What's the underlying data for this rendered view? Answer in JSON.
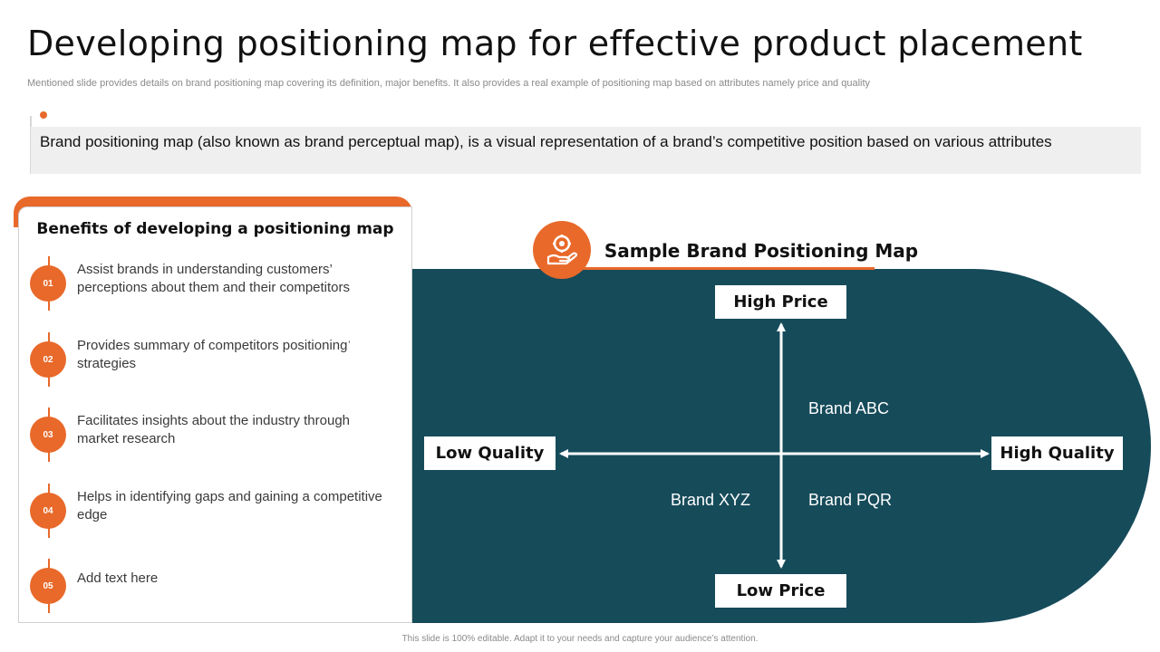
{
  "header": {
    "title": "Developing positioning map for effective product placement",
    "subtitle": "Mentioned slide provides details on brand positioning map covering its definition, major benefits. It also provides a real example of positioning map based on attributes namely price and quality"
  },
  "definition": {
    "text": "Brand positioning map (also known as brand perceptual map), is a visual representation of a brand’s competitive position based on various attributes"
  },
  "benefits": {
    "title": "Benefits of developing a positioning map",
    "items": [
      {
        "number": "01",
        "text": "Assist brands in understanding customers’ perceptions about them and their competitors"
      },
      {
        "number": "02",
        "text": "Provides summary  of competitors positioning strategies"
      },
      {
        "number": "03",
        "text": "Facilitates insights about the industry through market research"
      },
      {
        "number": "04",
        "text": "Helps in identifying gaps and gaining a competitive edge"
      },
      {
        "number": "05",
        "text": "Add text here"
      }
    ],
    "stray_mark": "’"
  },
  "map": {
    "title": "Sample Brand Positioning Map",
    "icon": "hand-holding-gear-icon",
    "axes": {
      "top": "High Price",
      "bottom": "Low Price",
      "left": "Low Quality",
      "right": "High Quality"
    },
    "brands": [
      {
        "name": "Brand ABC",
        "quadrant": "high-price-high-quality"
      },
      {
        "name": "Brand XYZ",
        "quadrant": "low-price-low-quality"
      },
      {
        "name": "Brand PQR",
        "quadrant": "low-price-high-quality"
      }
    ]
  },
  "colors": {
    "accent": "#e8692a",
    "map_background": "#164b5a",
    "definition_background": "#efefef"
  },
  "footer": {
    "text": "This slide is 100% editable. Adapt it to your needs and capture your audience’s attention."
  }
}
